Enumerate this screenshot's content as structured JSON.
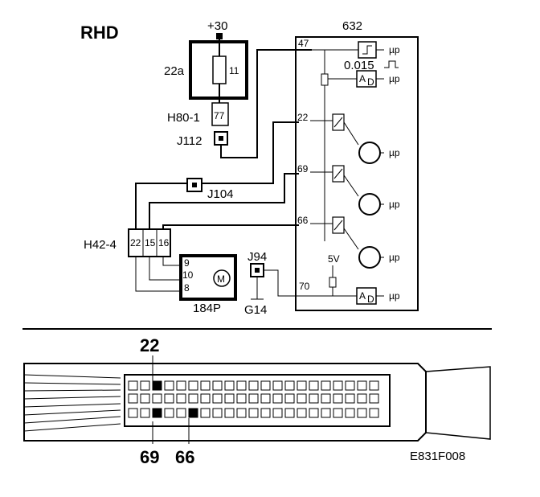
{
  "title": "RHD",
  "supply": "+30",
  "module": "632",
  "fuse": {
    "left": "22a",
    "right": "11"
  },
  "connectors": {
    "h80": "H80-1",
    "h80_pin": "77",
    "j112": "J112",
    "j104": "J104",
    "h42": "H42-4",
    "h42_pins": [
      "22",
      "15",
      "16"
    ],
    "j94": "J94",
    "g14": "G14"
  },
  "module_pins": [
    "47",
    "22",
    "69",
    "66",
    "70"
  ],
  "module_labels": {
    "freq": "0.015",
    "volt": "5V",
    "mu": "µp"
  },
  "motor": {
    "name": "184P",
    "pins": [
      "9",
      "10",
      "8"
    ],
    "symbol": "M"
  },
  "plug_callouts": {
    "top": "22",
    "bottom_left": "69",
    "bottom_right": "66"
  },
  "figure_code": "E831F008"
}
